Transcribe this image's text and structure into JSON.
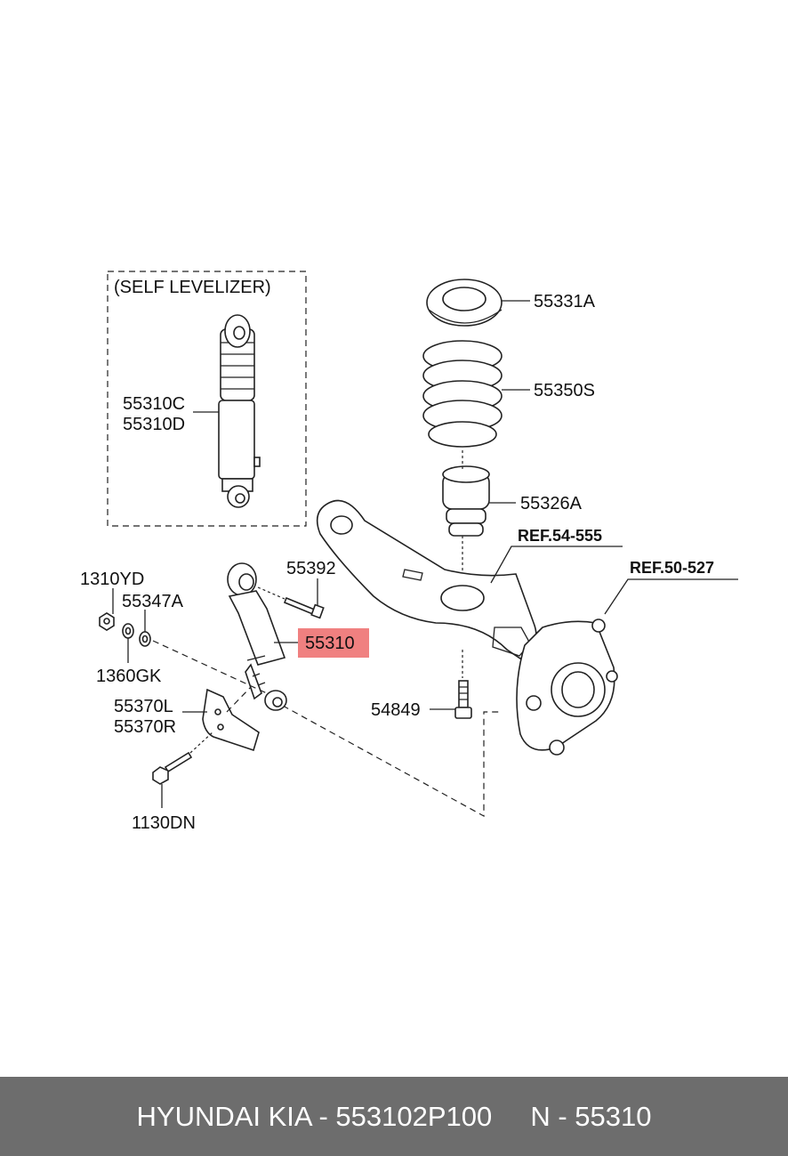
{
  "labels": {
    "self_levelizer": "(SELF LEVELIZER)",
    "p55310C": "55310C",
    "p55310D": "55310D",
    "p55331A": "55331A",
    "p55350S": "55350S",
    "p55326A": "55326A",
    "ref54": "REF.54-555",
    "ref50": "REF.50-527",
    "p1310YD": "1310YD",
    "p55392": "55392",
    "p55347A": "55347A",
    "p55310": "55310",
    "p1360GK": "1360GK",
    "p55370L": "55370L",
    "p55370R": "55370R",
    "p54849": "54849",
    "p1130DN": "1130DN"
  },
  "highlight_color": "#f08080",
  "footer": {
    "text": "HYUNDAI KIA - 553102P100     N - 55310"
  }
}
